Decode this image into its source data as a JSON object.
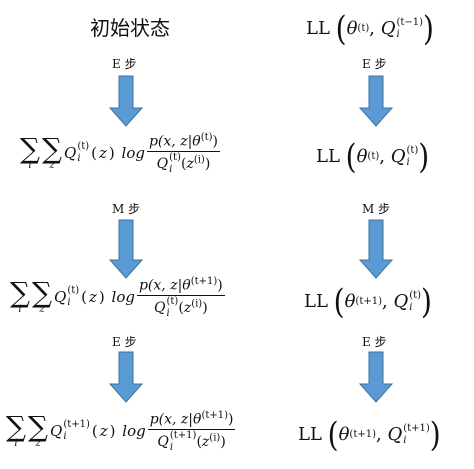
{
  "left_title": "初始状态",
  "steps": {
    "e_step": "E 步",
    "m_step": "M 步"
  },
  "arrow_color": "#5b9bd5",
  "right_ll": [
    "LL",
    "LL",
    "LL",
    "LL"
  ],
  "sum_indices": {
    "i": "i",
    "z": "z"
  },
  "superscripts": {
    "t": "(t)",
    "t_minus_1": "(t−1)",
    "t_plus_1": "(t+1)",
    "i_paren": "(i)"
  },
  "symbols": {
    "theta": "θ",
    "Q": "Q",
    "log": "log",
    "p_xz": "p(x, z|",
    "sub_i": "i"
  }
}
